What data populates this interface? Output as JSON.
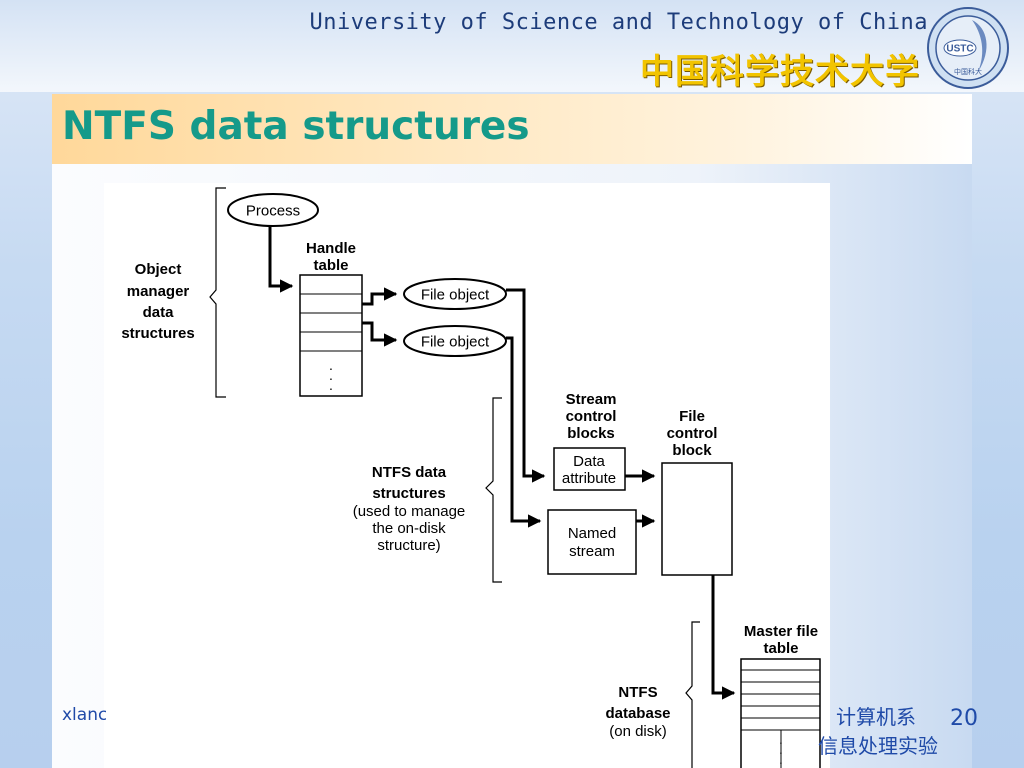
{
  "header": {
    "university_en": "University of Science and Technology of China",
    "university_cn": "中国科学技术大学",
    "logo_text": "USTC",
    "logo_cn": "中国科大"
  },
  "title": "NTFS data structures",
  "diagram": {
    "process": "Process",
    "handle_table": [
      "Handle",
      "table"
    ],
    "file_object_1": "File object",
    "file_object_2": "File object",
    "object_manager": [
      "Object",
      "manager",
      "data",
      "structures"
    ],
    "ntfs_structures": [
      "NTFS data",
      "structures",
      "(used to manage",
      "the on-disk",
      "structure)"
    ],
    "scb_label": [
      "Stream",
      "control",
      "blocks"
    ],
    "fcb_label": [
      "File",
      "control",
      "block"
    ],
    "data_attribute": [
      "Data",
      "attribute"
    ],
    "named_stream": [
      "Named",
      "stream"
    ],
    "mft_label": [
      "Master file",
      "table"
    ],
    "ntfs_database": [
      "NTFS",
      "database",
      "(on disk)"
    ],
    "ellipsis": "."
  },
  "footer": {
    "left_text": "xlanchen",
    "dept": "计算机系",
    "lab": "信息处理实验室",
    "page_number": "20"
  },
  "colors": {
    "title": "#159a8a",
    "footer_text": "#1f4aa8",
    "university_cn": "#f2c400",
    "university_en": "#1d3c7a"
  }
}
